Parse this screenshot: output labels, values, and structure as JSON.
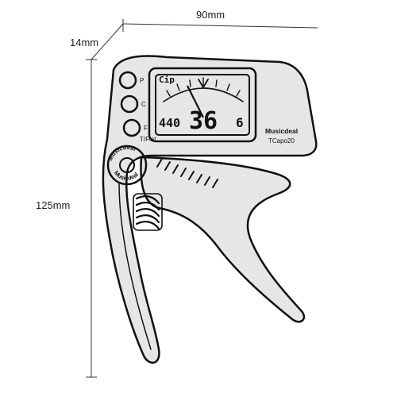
{
  "dimensions": {
    "width_label": "90mm",
    "depth_label": "14mm",
    "height_label": "125mm"
  },
  "device": {
    "button_labels": [
      "P",
      "C",
      "F"
    ],
    "lcd": {
      "mode_label": "Cip",
      "left_readout": "440",
      "main_readout": "36",
      "right_readout": "6"
    },
    "brand_line": "Musicdeal",
    "model_line": "TCapo20",
    "function_label": "T/Flat",
    "badge_top": "Musicdeal",
    "badge_bottom": "Musicdeal"
  },
  "colors": {
    "ink": "#111111",
    "body": "#e6e6e6",
    "screen": "#f7f7f7"
  }
}
